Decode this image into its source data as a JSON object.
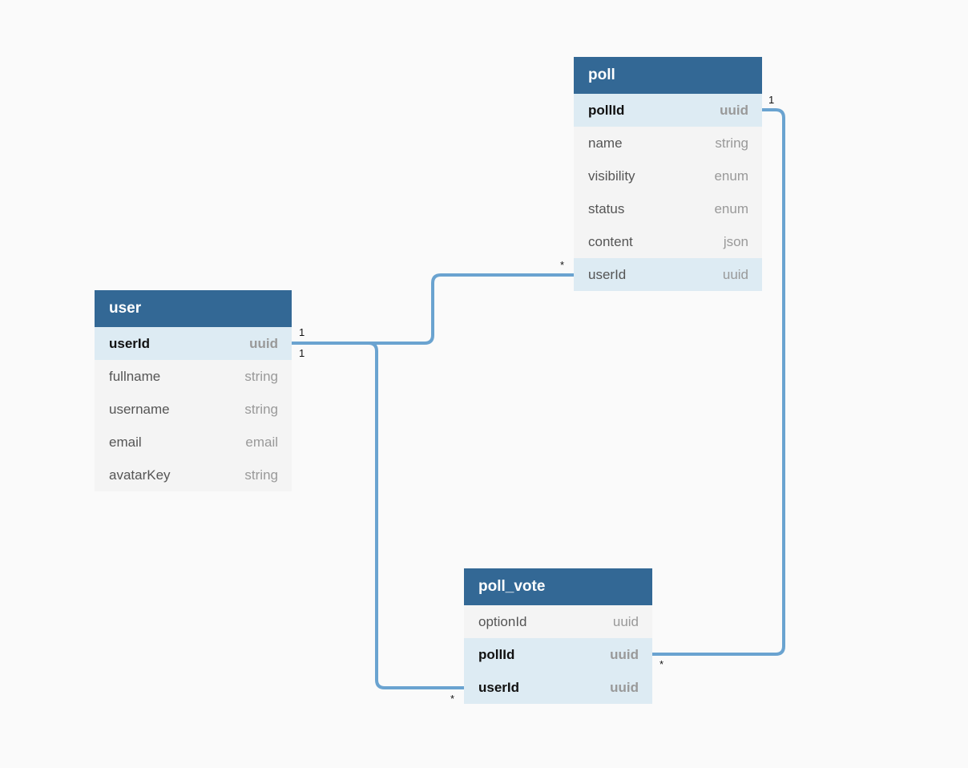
{
  "colors": {
    "background": "#fafafa",
    "header": "#336895",
    "key_row": "#ddebf3",
    "plain_row": "#f4f4f4",
    "edge": "#6aa3d0"
  },
  "tables": {
    "poll": {
      "name": "poll",
      "rows": [
        {
          "name": "pollId",
          "type": "uuid",
          "kind": "key"
        },
        {
          "name": "name",
          "type": "string",
          "kind": "plain"
        },
        {
          "name": "visibility",
          "type": "enum",
          "kind": "plain"
        },
        {
          "name": "status",
          "type": "enum",
          "kind": "plain"
        },
        {
          "name": "content",
          "type": "json",
          "kind": "plain"
        },
        {
          "name": "userId",
          "type": "uuid",
          "kind": "fk"
        }
      ]
    },
    "user": {
      "name": "user",
      "rows": [
        {
          "name": "userId",
          "type": "uuid",
          "kind": "key"
        },
        {
          "name": "fullname",
          "type": "string",
          "kind": "plain"
        },
        {
          "name": "username",
          "type": "string",
          "kind": "plain"
        },
        {
          "name": "email",
          "type": "email",
          "kind": "plain"
        },
        {
          "name": "avatarKey",
          "type": "string",
          "kind": "plain"
        }
      ]
    },
    "poll_vote": {
      "name": "poll_vote",
      "rows": [
        {
          "name": "optionId",
          "type": "uuid",
          "kind": "plain"
        },
        {
          "name": "pollId",
          "type": "uuid",
          "kind": "key"
        },
        {
          "name": "userId",
          "type": "uuid",
          "kind": "key"
        }
      ]
    }
  },
  "relations": [
    {
      "from": "user.userId",
      "to": "poll.userId",
      "from_card": "1",
      "to_card": "*"
    },
    {
      "from": "user.userId",
      "to": "poll_vote.userId",
      "from_card": "1",
      "to_card": "*"
    },
    {
      "from": "poll.pollId",
      "to": "poll_vote.pollId",
      "from_card": "1",
      "to_card": "*"
    }
  ]
}
